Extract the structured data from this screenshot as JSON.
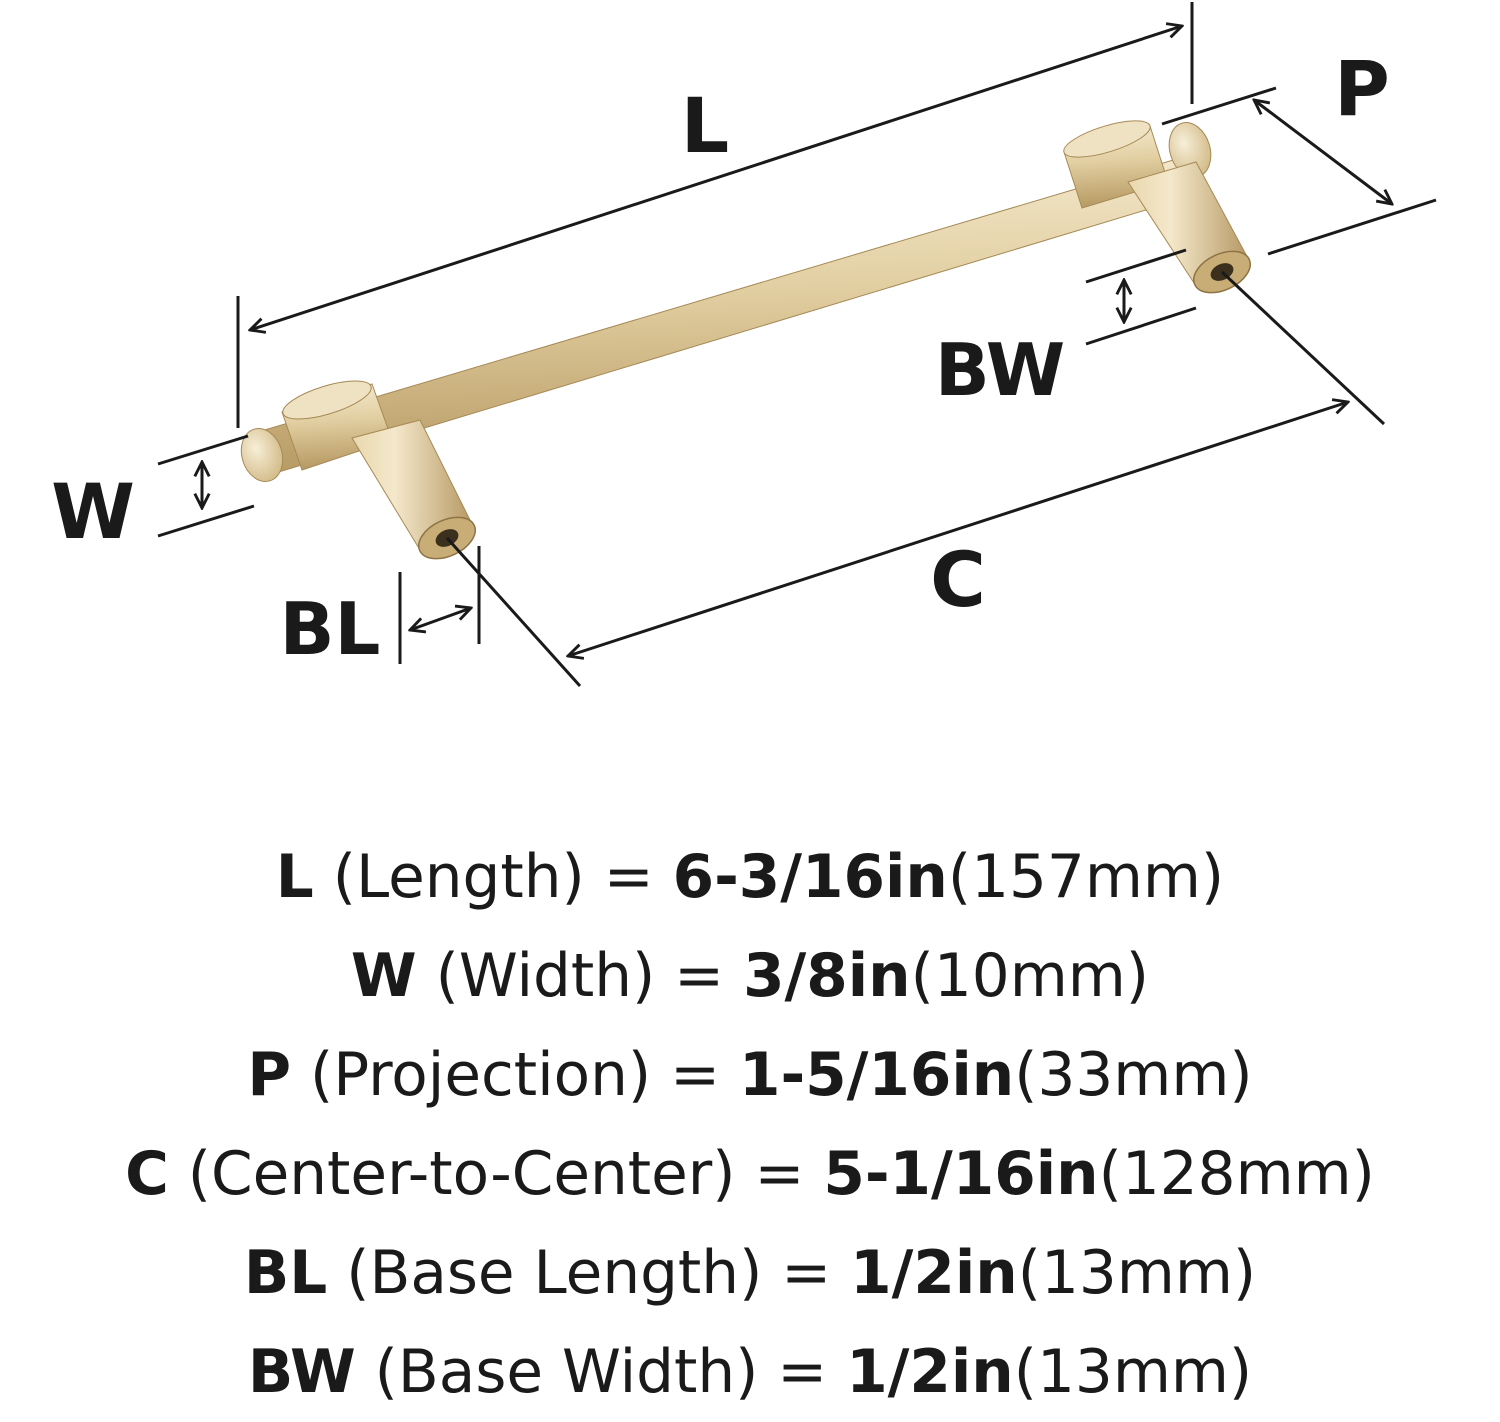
{
  "diagram": {
    "labels": {
      "length": "L",
      "width": "W",
      "projection": "P",
      "center": "C",
      "base_length": "BL",
      "base_width": "BW"
    },
    "colors": {
      "line": "#1a1a1a",
      "finish_light": "#f1e4c3",
      "finish_mid": "#d8c08d",
      "finish_dark": "#a68a56"
    }
  },
  "specs": [
    {
      "symbol": "L",
      "name": " (Length) = ",
      "imperial": "6-3/16in",
      "metric": "(157mm)"
    },
    {
      "symbol": "W",
      "name": " (Width) = ",
      "imperial": "3/8in",
      "metric": "(10mm)"
    },
    {
      "symbol": "P",
      "name": " (Projection) = ",
      "imperial": "1-5/16in",
      "metric": "(33mm)"
    },
    {
      "symbol": "C",
      "name": " (Center-to-Center) = ",
      "imperial": "5-1/16in",
      "metric": "(128mm)"
    },
    {
      "symbol": "BL",
      "name": " (Base Length) = ",
      "imperial": "1/2in",
      "metric": "(13mm)"
    },
    {
      "symbol": "BW",
      "name": " (Base Width) = ",
      "imperial": "1/2in",
      "metric": "(13mm)"
    }
  ]
}
